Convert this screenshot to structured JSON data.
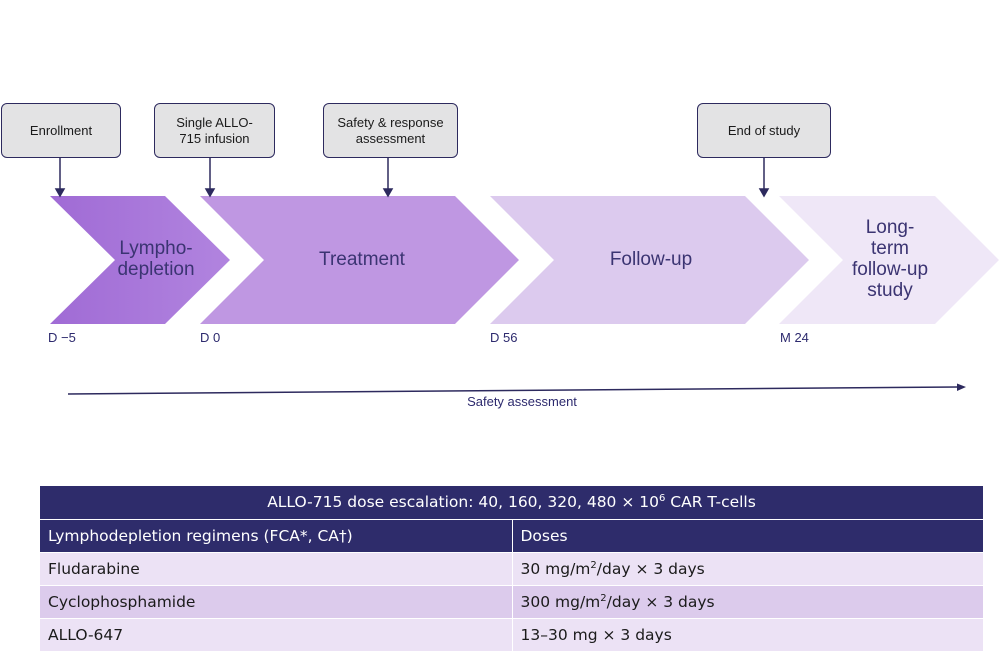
{
  "milestones": {
    "enrollment": "Enrollment",
    "infusion": [
      "Single ALLO-",
      "715 infusion"
    ],
    "safety_response": [
      "Safety & response",
      "assessment"
    ],
    "end_of_study": "End of study"
  },
  "phases": {
    "lymphodepletion": [
      "Lympho-",
      "depletion"
    ],
    "treatment": "Treatment",
    "follow_up": "Follow-up",
    "long_term": [
      "Long-",
      "term",
      "follow-up",
      "study"
    ]
  },
  "day_labels": {
    "d_minus5": "D −5",
    "d0": "D 0",
    "d56": "D 56",
    "m24": "M 24"
  },
  "safety_assessment": "Safety assessment",
  "colors": {
    "navy": "#2e2c6b",
    "phase1": "#a675d8",
    "phase2": "#bc93e0",
    "phase3": "#dcc9ee",
    "phase4": "#efe8f7"
  },
  "table": {
    "title_prefix": "ALLO-715 dose escalation: 40, 160, 320, 480 × 10",
    "title_sup": "6",
    "title_suffix": " CAR T-cells",
    "col1": "Lymphodepletion regimens (FCA*, CA†)",
    "col2": "Doses",
    "rows": [
      {
        "regimen": "Fludarabine",
        "dose_prefix": "30 mg/m",
        "dose_sup": "2",
        "dose_suffix": "/day × 3 days"
      },
      {
        "regimen": "Cyclophosphamide",
        "dose_prefix": "300 mg/m",
        "dose_sup": "2",
        "dose_suffix": "/day × 3 days"
      },
      {
        "regimen": "ALLO-647",
        "dose_prefix": "13–30 mg × 3 days",
        "dose_sup": "",
        "dose_suffix": ""
      }
    ]
  }
}
